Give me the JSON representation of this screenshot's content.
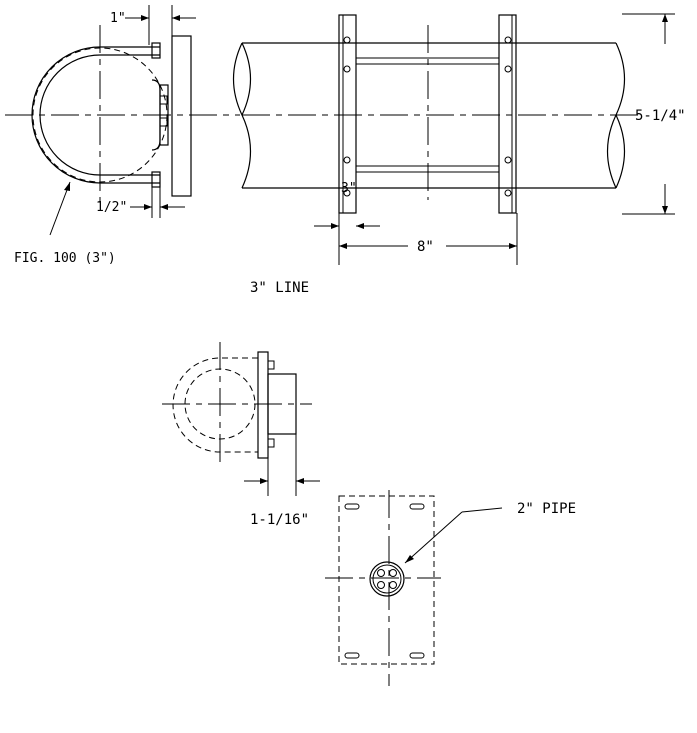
{
  "labels": {
    "dim_1in": "1\"",
    "dim_half_in": "1/2\"",
    "fig_label": "FIG. 100 (3\")",
    "dim_3in_small": "3\"",
    "dim_8in": "8\"",
    "dim_5_quarter": "5-1/4\"",
    "line_label": "3\" LINE",
    "dim_1_1_16": "1-1/16\"",
    "pipe_label": "2\" PIPE"
  }
}
